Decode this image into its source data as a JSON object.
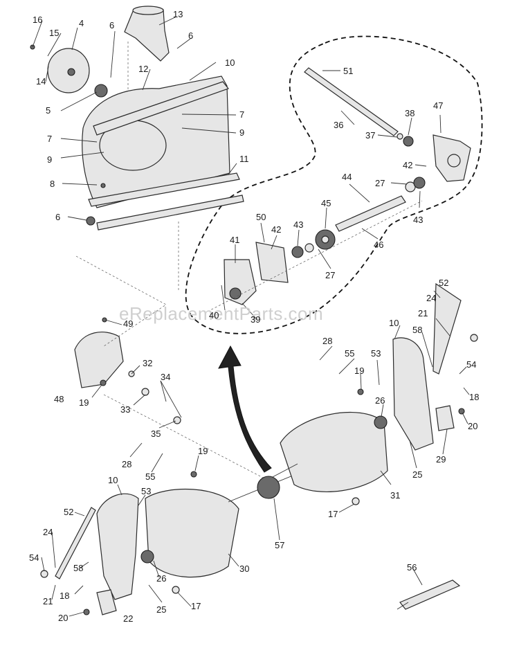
{
  "watermark": "eReplacementParts.com",
  "callouts": [
    "4",
    "5",
    "6",
    "7",
    "8",
    "9",
    "10",
    "11",
    "12",
    "13",
    "14",
    "15",
    "16",
    "17",
    "18",
    "19",
    "20",
    "21",
    "22",
    "24",
    "25",
    "26",
    "27",
    "28",
    "29",
    "30",
    "31",
    "32",
    "33",
    "34",
    "35",
    "36",
    "37",
    "38",
    "39",
    "40",
    "41",
    "42",
    "43",
    "44",
    "45",
    "46",
    "47",
    "48",
    "49",
    "50",
    "51",
    "52",
    "53",
    "54",
    "55",
    "56",
    "57",
    "58"
  ]
}
